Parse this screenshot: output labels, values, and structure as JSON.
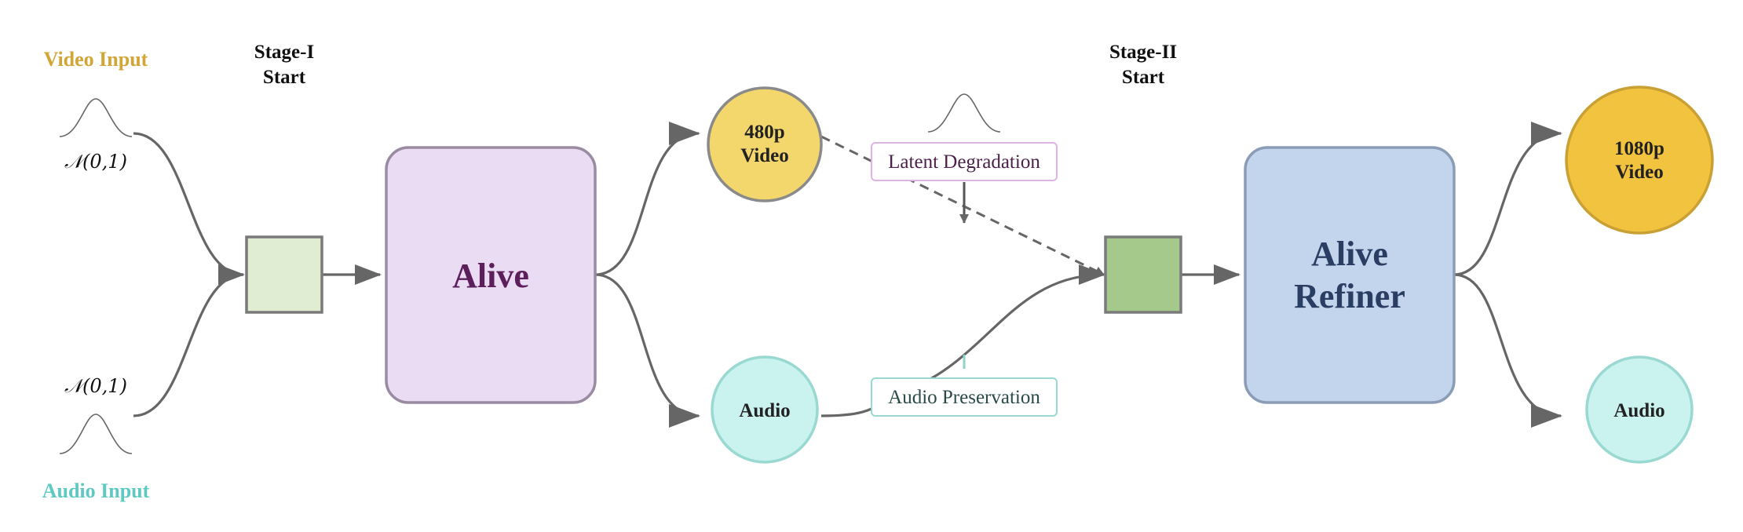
{
  "inputs": {
    "video_label": "Video Input",
    "audio_label": "Audio Input",
    "video_noise": "𝒩(0,1)",
    "audio_noise": "𝒩(0,1)"
  },
  "stages": {
    "stage1_line1": "Stage-I",
    "stage1_line2": "Start",
    "stage2_line1": "Stage-II",
    "stage2_line2": "Start"
  },
  "models": {
    "alive": "Alive",
    "refiner_line1": "Alive",
    "refiner_line2": "Refiner"
  },
  "outputs_stage1": {
    "video_line1": "480p",
    "video_line2": "Video",
    "audio": "Audio"
  },
  "outputs_stage2": {
    "video_line1": "1080p",
    "video_line2": "Video",
    "audio": "Audio"
  },
  "annotations": {
    "latent_degradation": "Latent Degradation",
    "audio_preservation": "Audio Preservation"
  },
  "colors": {
    "video_input": "#d2a537",
    "audio_input": "#5ec9c1",
    "stage1_box": "#e1edd3",
    "stage2_box": "#a4c98b",
    "alive_fill": "#eadcf2",
    "alive_text": "#5c1f5c",
    "refiner_fill": "#c3d5ec",
    "refiner_text": "#2a3d63",
    "video_480": "#f3d66c",
    "video_1080": "#f2c33e",
    "audio_circle": "#caf3f0",
    "latent_border": "#e0b3e6",
    "latent_text": "#4a1f4a",
    "audio_pres_border": "#9ad8d2",
    "audio_pres_text": "#2a4a48",
    "arrow": "#666666"
  }
}
